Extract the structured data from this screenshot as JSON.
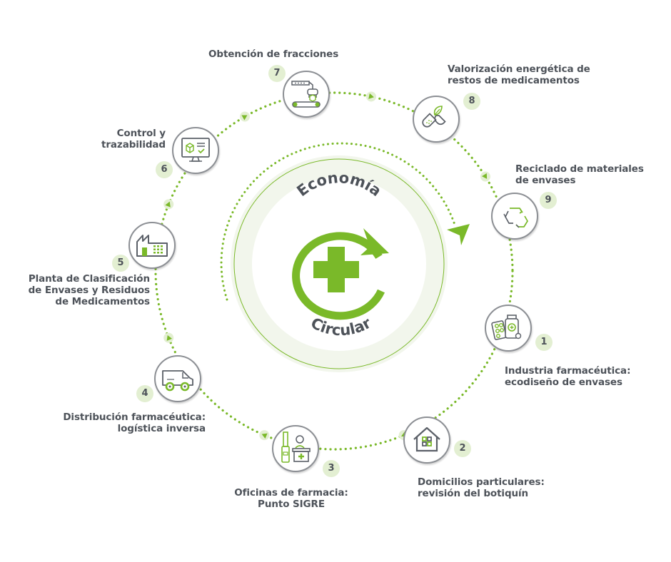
{
  "center": {
    "title_top": "Economía",
    "title_bottom": "Circular",
    "logo_icon": "pharmacy-cross-cycle-icon"
  },
  "colors": {
    "accent_green": "#7ab929",
    "text_gray": "#4d5259",
    "badge_bg": "#e3efd2",
    "ring_bg": "#f2f6ec",
    "node_border": "#8c8f94"
  },
  "steps": [
    {
      "number": "1",
      "lines": [
        "Industria farmacéutica:",
        "ecodiseño de envases"
      ],
      "icon": "medicine-bottle-blister-icon"
    },
    {
      "number": "2",
      "lines": [
        "Domicilios particulares:",
        "revisión del botiquín"
      ],
      "icon": "house-icon"
    },
    {
      "number": "3",
      "lines": [
        "Oficinas de farmacia:",
        "Punto SIGRE"
      ],
      "icon": "pharmacy-counter-icon"
    },
    {
      "number": "4",
      "lines": [
        "Distribución farmacéutica:",
        "logística inversa"
      ],
      "icon": "delivery-van-icon"
    },
    {
      "number": "5",
      "lines": [
        "Planta de Clasificación",
        "de Envases y Residuos",
        "de Medicamentos"
      ],
      "icon": "factory-icon"
    },
    {
      "number": "6",
      "lines": [
        "Control y",
        "trazabilidad"
      ],
      "icon": "computer-monitor-icon"
    },
    {
      "number": "7",
      "lines": [
        "Obtención de fracciones"
      ],
      "icon": "robotic-arm-conveyor-icon"
    },
    {
      "number": "8",
      "lines": [
        "Valorización energética de",
        "restos de medicamentos"
      ],
      "icon": "capsule-leaf-icon"
    },
    {
      "number": "9",
      "lines": [
        "Reciclado de materiales",
        "de envases"
      ],
      "icon": "recycle-icon"
    }
  ]
}
